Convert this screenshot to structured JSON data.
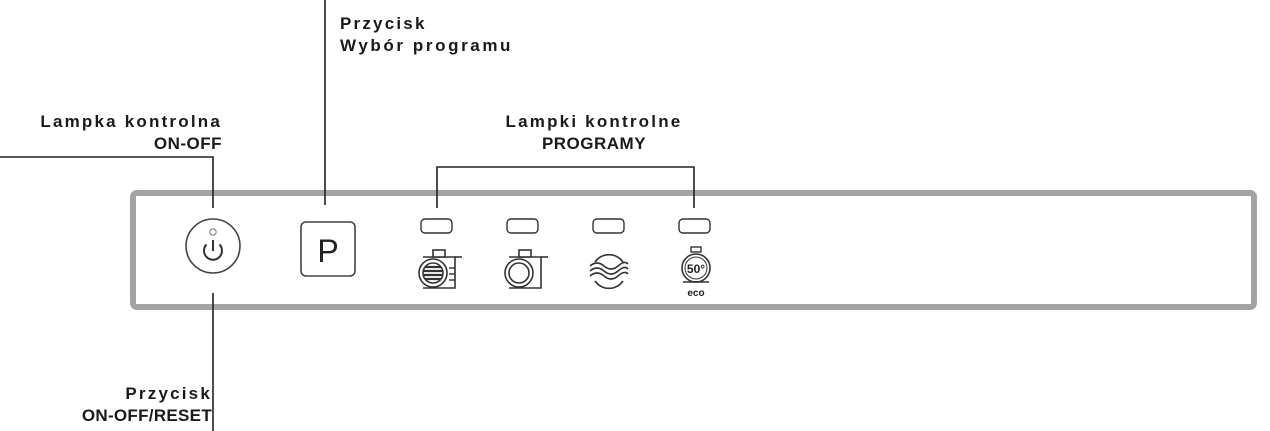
{
  "labels": {
    "indicator_on_off": {
      "line1": "Lampka kontrolna",
      "line2": "ON-OFF"
    },
    "program_button": {
      "line1": "Przycisk",
      "line2": "Wybór programu"
    },
    "program_lamps": {
      "line1": "Lampki kontrolne",
      "line2": "PROGRAMY"
    },
    "reset_button": {
      "line1": "Przycisk",
      "line2": "ON-OFF/RESET"
    }
  },
  "panel": {
    "program_button_glyph": "P",
    "eco_program": {
      "temperature": "50°",
      "tag": "eco"
    }
  },
  "colors": {
    "panel_border": "#9a9a9a",
    "lines": "#222222",
    "icons": "#333333"
  }
}
